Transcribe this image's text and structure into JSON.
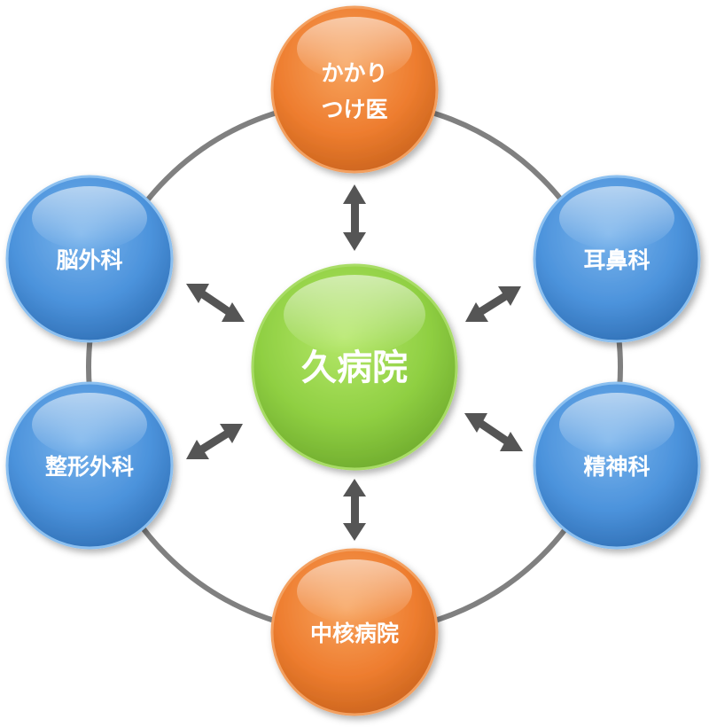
{
  "center": {
    "label": "久病院",
    "color": "#92d050"
  },
  "nodes": {
    "top": {
      "line1": "かかり",
      "line2": "つけ医",
      "color": "#ed7d31"
    },
    "bottom": {
      "label": "中核病院",
      "color": "#ed7d31"
    },
    "upper_left": {
      "label": "脳外科",
      "color": "#4a90d9"
    },
    "lower_left": {
      "label": "整形外科",
      "color": "#4a90d9"
    },
    "upper_right": {
      "label": "耳鼻科",
      "color": "#4a90d9"
    },
    "lower_right": {
      "label": "精神科",
      "color": "#4a90d9"
    }
  },
  "ring_color": "#808080",
  "arrow_color": "#555555"
}
